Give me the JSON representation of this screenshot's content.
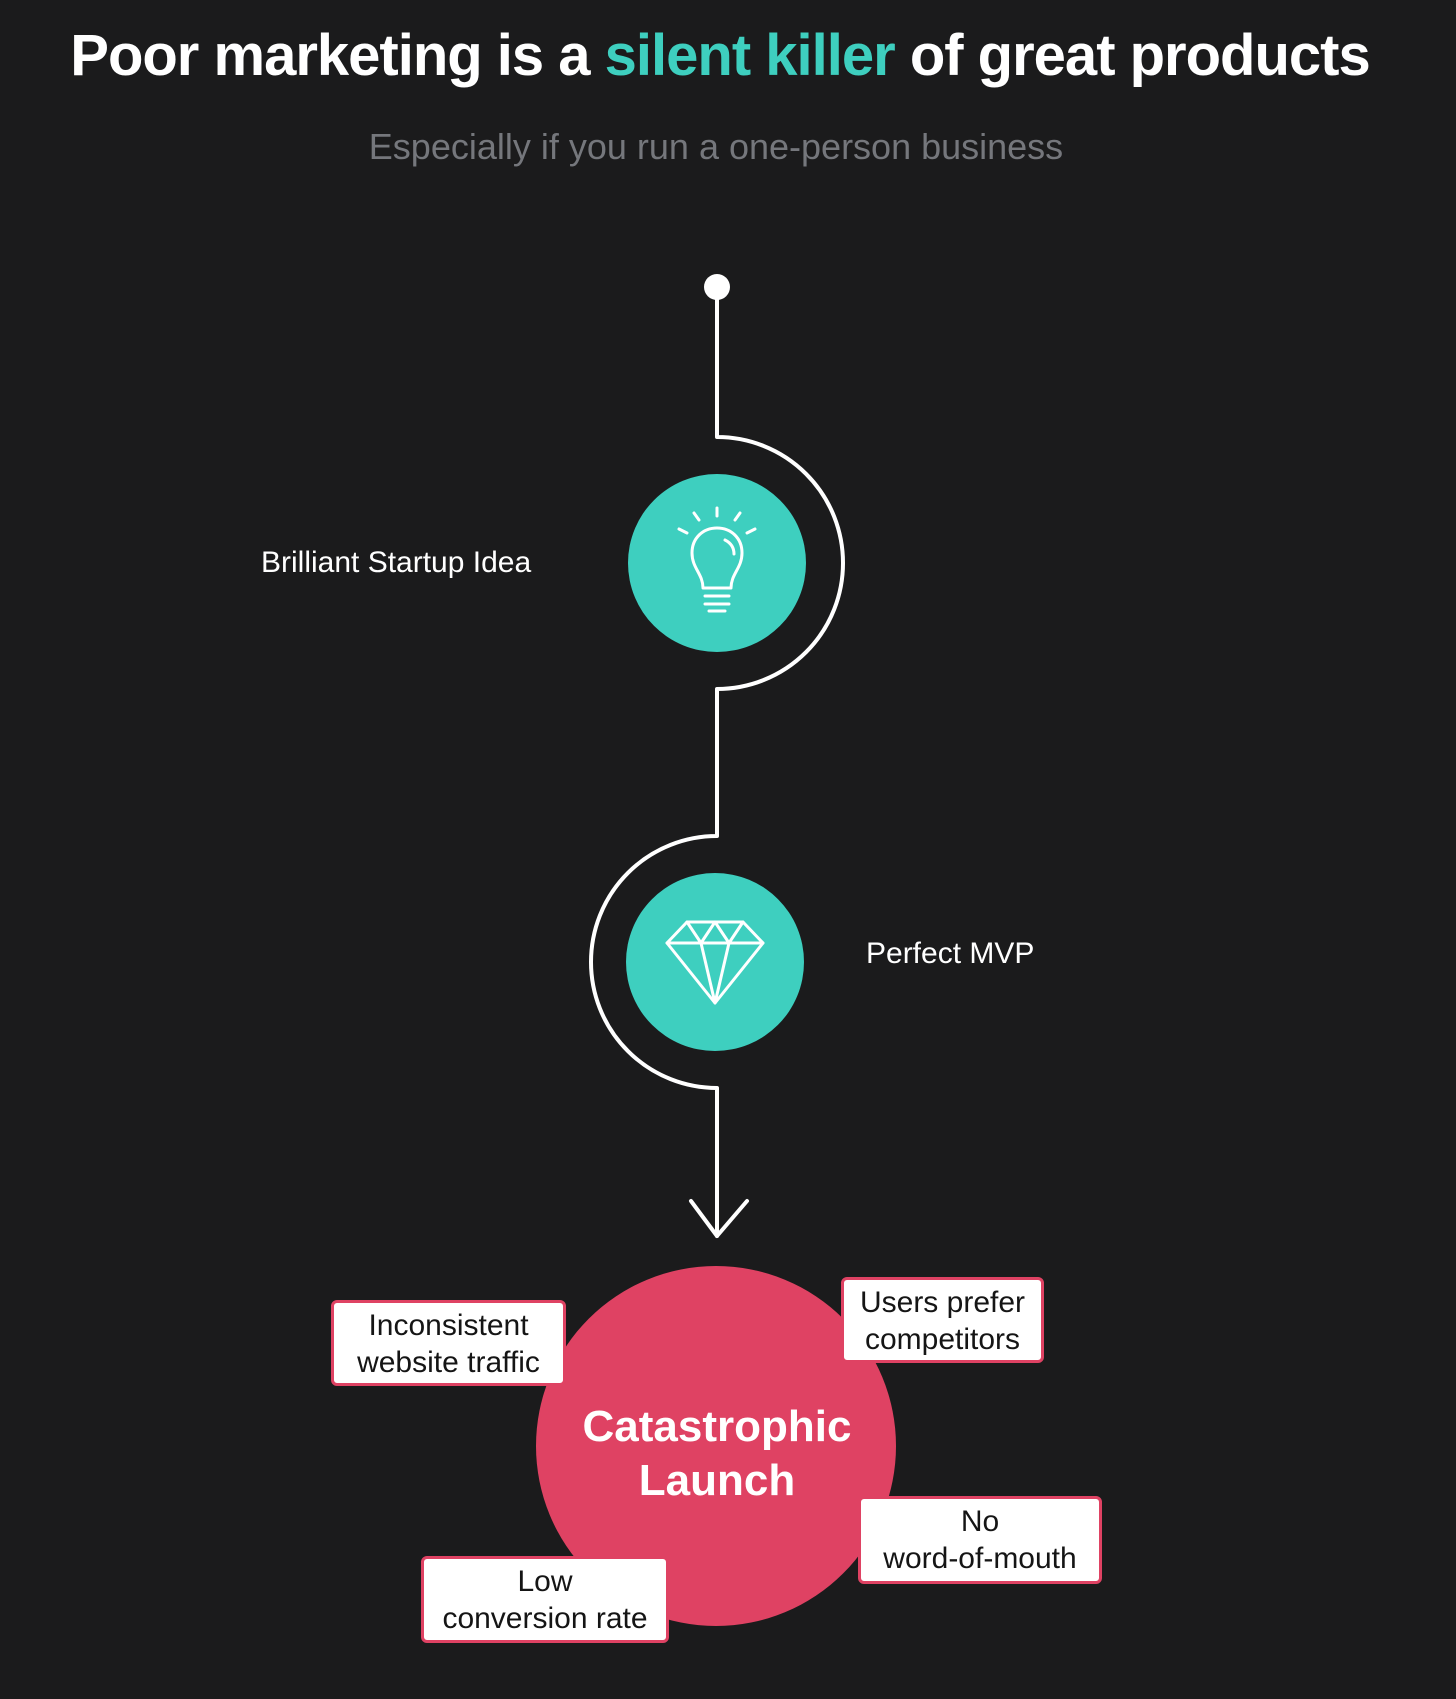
{
  "header": {
    "title_before": "Poor marketing is a ",
    "title_accent": "silent killer",
    "title_after": " of great products",
    "subtitle": "Especially if you run a one-person business"
  },
  "steps": [
    {
      "label": "Brilliant Startup Idea",
      "icon": "lightbulb-icon"
    },
    {
      "label": "Perfect MVP",
      "icon": "diamond-icon"
    }
  ],
  "outcome": {
    "line1": "Catastrophic",
    "line2": "Launch"
  },
  "problems": [
    {
      "line1": "Inconsistent",
      "line2": "website traffic"
    },
    {
      "line1": "Users prefer",
      "line2": "competitors"
    },
    {
      "line1": "No",
      "line2": "word-of-mouth"
    },
    {
      "line1": "Low",
      "line2": "conversion rate"
    }
  ],
  "colors": {
    "background": "#1b1b1c",
    "accent": "#3ecfbf",
    "danger": "#df4263",
    "text": "#ffffff",
    "muted": "#75777c"
  }
}
